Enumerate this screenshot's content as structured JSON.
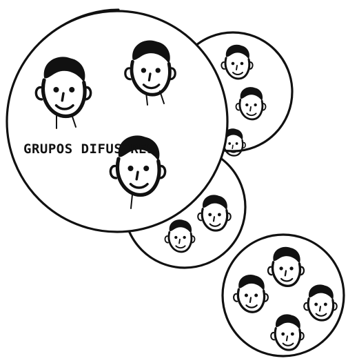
{
  "diagram": {
    "main_label": "GRUPOS DIFUSORES",
    "groups": [
      {
        "name": "main-circle",
        "faces": 3
      },
      {
        "name": "upper-right-circle",
        "faces": 3
      },
      {
        "name": "middle-circle",
        "faces": 2
      },
      {
        "name": "lower-right-circle",
        "faces": 4
      }
    ],
    "colors": {
      "ink": "#111111",
      "paper": "#ffffff"
    }
  }
}
